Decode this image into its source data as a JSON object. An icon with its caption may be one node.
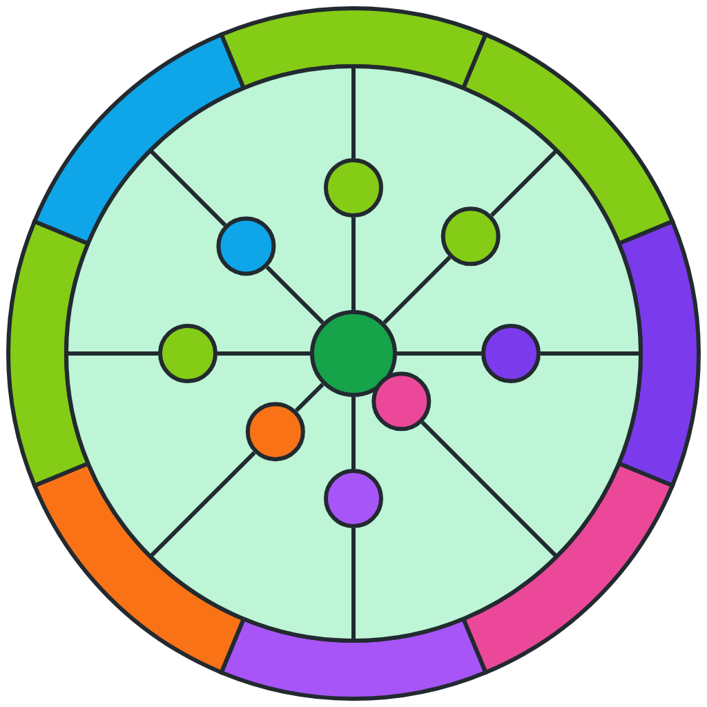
{
  "diagram": {
    "nodes": [
      {
        "text": [],
        "shape": "circle"
      },
      {
        "text": [],
        "shape": "circle"
      },
      {
        "text": [],
        "shape": "circle"
      },
      {
        "text": [],
        "shape": "circle"
      },
      {
        "text": [],
        "shape": "circle"
      },
      {
        "text": [],
        "shape": "circle"
      },
      {
        "text": [],
        "shape": "circle"
      },
      {
        "text": [],
        "shape": "circle"
      },
      {
        "text": [],
        "shape": "circle"
      }
    ],
    "edges": [
      {
        "from": 4,
        "to": 0,
        "arrow": "none"
      },
      {
        "from": 4,
        "to": 1,
        "arrow": "none"
      },
      {
        "from": 4,
        "to": 2,
        "arrow": "none"
      },
      {
        "from": 4,
        "to": 3,
        "arrow": "none"
      },
      {
        "from": 4,
        "to": 5,
        "arrow": "none"
      },
      {
        "from": 4,
        "to": 7,
        "arrow": "none"
      },
      {
        "from": 4,
        "to": 8,
        "arrow": "none"
      }
    ]
  }
}
